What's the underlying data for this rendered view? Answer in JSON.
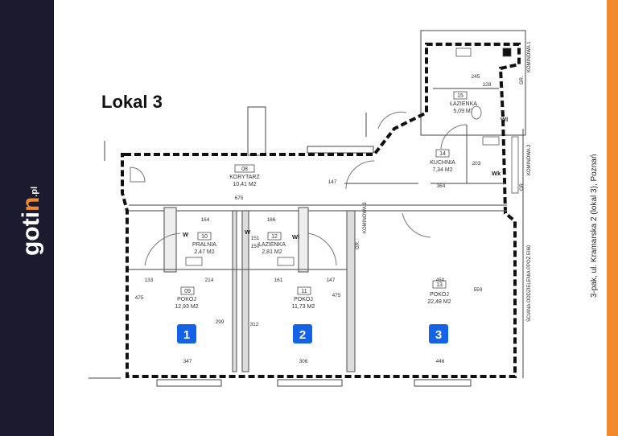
{
  "branding": {
    "logo_text_main": "goti",
    "logo_text_accent": "n",
    "logo_domain": ".pl",
    "colors": {
      "sidebar": "#1b1a2e",
      "accent": "#f08a2c",
      "unit_badge": "#1463e6"
    }
  },
  "title": "Lokal 3",
  "address": "3-pak, ul. Kramarska 2 (lokal 3), Poznań",
  "rooms": [
    {
      "id": "08",
      "name": "KORYTARZ",
      "area": "10,41 M2"
    },
    {
      "id": "09",
      "name": "POKÓJ",
      "area": "12,93 M2"
    },
    {
      "id": "10",
      "name": "PRALNIA",
      "area": "2,47 M2"
    },
    {
      "id": "11",
      "name": "POKÓJ",
      "area": "11,73 M2"
    },
    {
      "id": "12",
      "name": "ŁAZIENKA",
      "area": "2,81 M2"
    },
    {
      "id": "13",
      "name": "POKÓJ",
      "area": "22,48 M2"
    },
    {
      "id": "14",
      "name": "KUCHNIA",
      "area": "7,34 M2"
    },
    {
      "id": "15",
      "name": "ŁAZIENKA",
      "area": "5,09 M2"
    }
  ],
  "units": [
    "1",
    "2",
    "3"
  ],
  "dimensions": {
    "d675": "675",
    "d147a": "147",
    "d364": "364",
    "d245": "245",
    "d228": "228",
    "d203": "203",
    "d164": "164",
    "d186": "186",
    "d133": "133",
    "d214": "214",
    "d161": "161",
    "d147b": "147",
    "d450": "450",
    "d475a": "475",
    "d475b": "475",
    "d299": "299",
    "d312": "312",
    "d559": "559",
    "d347": "347",
    "d306": "306",
    "d446": "446",
    "d151": "151",
    "d150": "150"
  },
  "labels": {
    "chimney1": "KOMINOWA 1",
    "chimney2": "KOMINOWA 2",
    "chimney3": "KOMINOWA 3",
    "gr1": "GR.",
    "gr2": "GR.",
    "gr3": "GR.",
    "divider_wall": "ŚCIANA ODDZIELENIA PPOŻ EI60",
    "w1": "W",
    "w2": "W",
    "wl1": "Wl",
    "wl2": "Wl",
    "wk": "Wk"
  }
}
